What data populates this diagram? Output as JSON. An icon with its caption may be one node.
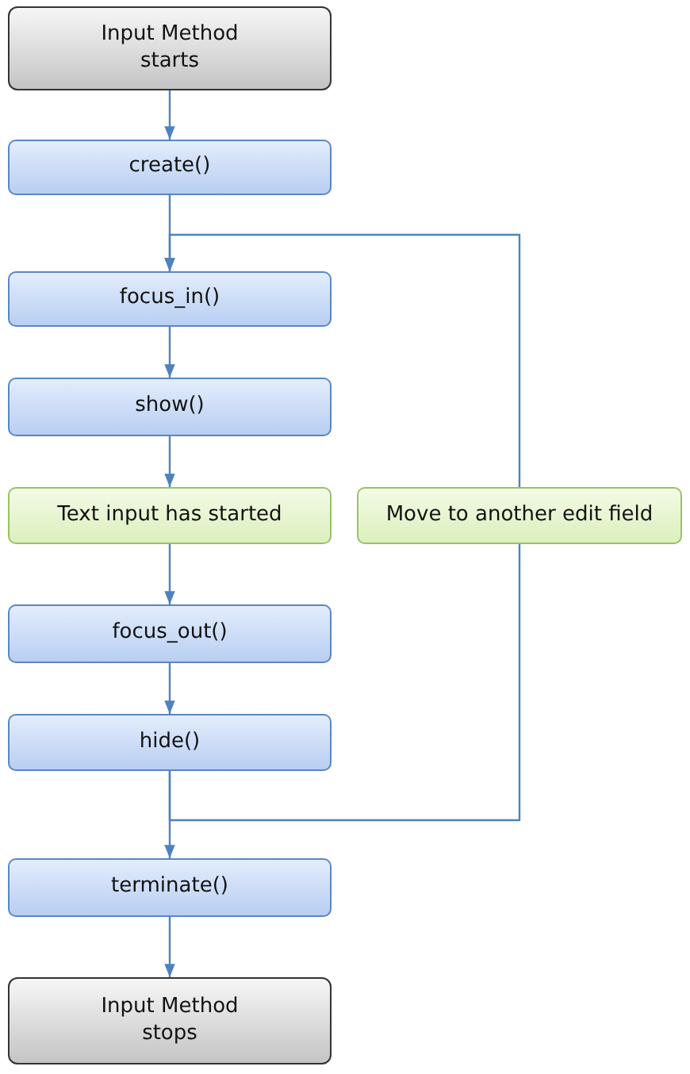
{
  "diagram": {
    "nodes": [
      {
        "text": [
          "Input Method starts"
        ]
      },
      {
        "text": [
          "create()"
        ]
      },
      {
        "text": [
          "focus_in()"
        ]
      },
      {
        "text": [
          "show()"
        ]
      },
      {
        "text": [
          "Text input has started"
        ]
      },
      {
        "text": [
          "Move to another edit field"
        ]
      },
      {
        "text": [
          "focus_out()"
        ]
      },
      {
        "text": [
          "hide()"
        ]
      },
      {
        "text": [
          "terminate()"
        ]
      },
      {
        "text": [
          "Input Method stops"
        ]
      }
    ],
    "edges": [
      {
        "from": 0,
        "to": 1,
        "arrow": "to"
      },
      {
        "from": 1,
        "to": 2,
        "arrow": "to"
      },
      {
        "from": 2,
        "to": 3,
        "arrow": "to"
      },
      {
        "from": 3,
        "to": 4,
        "arrow": "to"
      },
      {
        "from": 4,
        "to": 6,
        "arrow": "to"
      },
      {
        "from": 6,
        "to": 7,
        "arrow": "to"
      },
      {
        "from": 7,
        "to": 8,
        "arrow": "to"
      },
      {
        "from": 8,
        "to": 9,
        "arrow": "to"
      },
      {
        "from": 7,
        "to": 5,
        "arrow": "none"
      },
      {
        "from": 5,
        "to": 2,
        "arrow": "to"
      }
    ]
  }
}
